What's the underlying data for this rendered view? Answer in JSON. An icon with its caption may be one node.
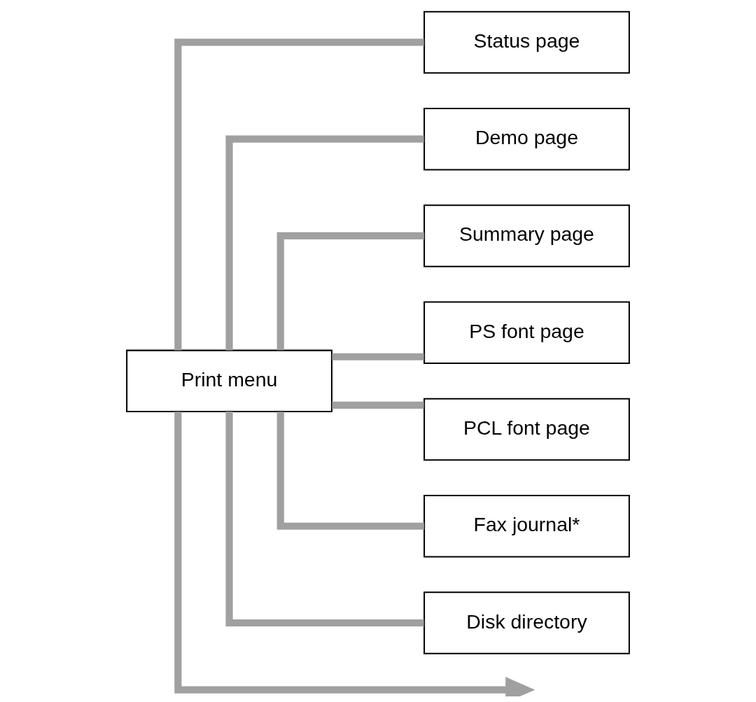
{
  "diagram": {
    "nodes": [
      {
        "text": [
          "Print menu"
        ]
      },
      {
        "text": [
          "Status page"
        ]
      },
      {
        "text": [
          "Demo page"
        ]
      },
      {
        "text": [
          "Summary page"
        ]
      },
      {
        "text": [
          "PS font page"
        ]
      },
      {
        "text": [
          "PCL font page"
        ]
      },
      {
        "text": [
          "Fax journal*"
        ]
      },
      {
        "text": [
          "Disk directory"
        ]
      }
    ],
    "edges": [
      {
        "from": 0,
        "to": null,
        "arrow": "to"
      },
      {
        "from": 0,
        "to": 1,
        "arrow": "none"
      },
      {
        "from": 0,
        "to": 2,
        "arrow": "none"
      },
      {
        "from": 0,
        "to": 3,
        "arrow": "none"
      },
      {
        "from": 0,
        "to": 4,
        "arrow": "none"
      },
      {
        "from": 0,
        "to": 5,
        "arrow": "none"
      },
      {
        "from": 0,
        "to": 6,
        "arrow": "none"
      },
      {
        "from": 0,
        "to": 7,
        "arrow": "none"
      }
    ]
  }
}
